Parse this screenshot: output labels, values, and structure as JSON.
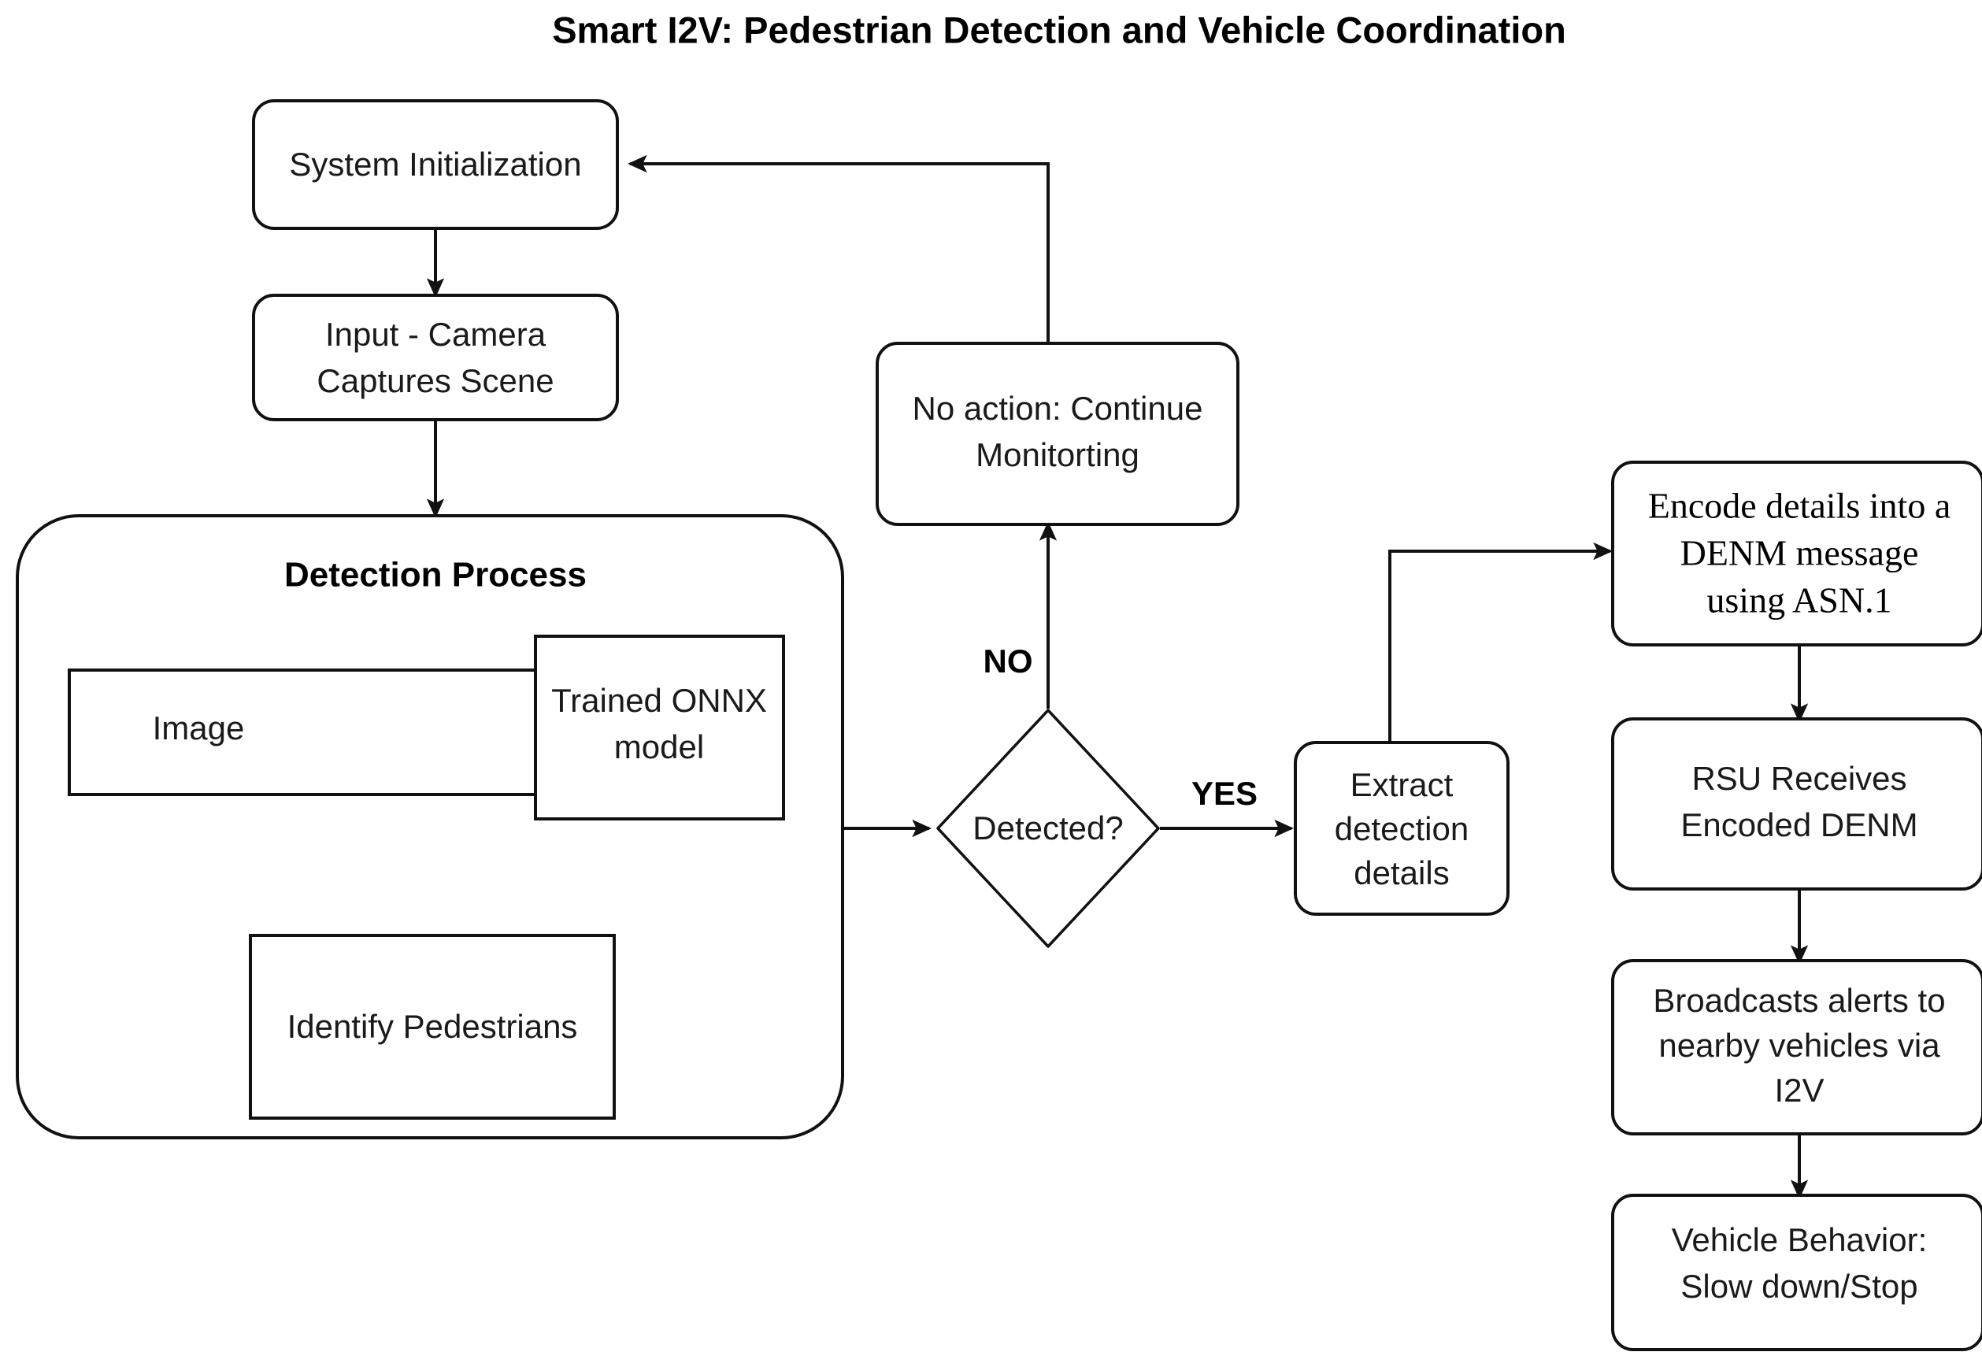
{
  "title": "Smart I2V: Pedestrian Detection and Vehicle Coordination",
  "diagram": {
    "type": "flowchart",
    "orientation": "left-to-right with vertical sub-flows",
    "nodes": [
      {
        "id": "system_init",
        "label": "System Initialization",
        "shape": "rounded-rect"
      },
      {
        "id": "input_camera_l1",
        "label": "Input - Camera",
        "shape": "rounded-rect"
      },
      {
        "id": "input_camera_l2",
        "label": "Captures Scene",
        "shape": "rounded-rect"
      },
      {
        "id": "detection_process",
        "label": "Detection Process",
        "shape": "subgraph-container"
      },
      {
        "id": "image",
        "label": "Image",
        "shape": "rect"
      },
      {
        "id": "onnx_l1",
        "label": "Trained ONNX",
        "shape": "rect"
      },
      {
        "id": "onnx_l2",
        "label": "model",
        "shape": "rect"
      },
      {
        "id": "identify_ped",
        "label": "Identify Pedestrians",
        "shape": "rect"
      },
      {
        "id": "detected",
        "label": "Detected?",
        "shape": "diamond"
      },
      {
        "id": "no_action_l1",
        "label": "No action: Continue",
        "shape": "rounded-rect"
      },
      {
        "id": "no_action_l2",
        "label": "Monitorting",
        "shape": "rounded-rect"
      },
      {
        "id": "extract_l1",
        "label": "Extract",
        "shape": "rounded-rect"
      },
      {
        "id": "extract_l2",
        "label": "detection",
        "shape": "rounded-rect"
      },
      {
        "id": "extract_l3",
        "label": "details",
        "shape": "rounded-rect"
      },
      {
        "id": "encode_l1",
        "label": "Encode details into a",
        "shape": "rounded-rect"
      },
      {
        "id": "encode_l2",
        "label": "DENM message",
        "shape": "rounded-rect"
      },
      {
        "id": "encode_l3",
        "label": "using ASN.1",
        "shape": "rounded-rect"
      },
      {
        "id": "rsu_l1",
        "label": "RSU Receives",
        "shape": "rounded-rect"
      },
      {
        "id": "rsu_l2",
        "label": "Encoded DENM",
        "shape": "rounded-rect"
      },
      {
        "id": "broadcast_l1",
        "label": "Broadcasts alerts to",
        "shape": "rounded-rect"
      },
      {
        "id": "broadcast_l2",
        "label": "nearby vehicles via",
        "shape": "rounded-rect"
      },
      {
        "id": "broadcast_l3",
        "label": "I2V",
        "shape": "rounded-rect"
      },
      {
        "id": "vehicle_l1",
        "label": "Vehicle Behavior:",
        "shape": "rounded-rect"
      },
      {
        "id": "vehicle_l2",
        "label": "Slow down/Stop",
        "shape": "rounded-rect"
      }
    ],
    "edge_labels": {
      "no": "NO",
      "yes": "YES"
    },
    "edges": [
      {
        "from": "system_init",
        "to": "input_camera",
        "label": ""
      },
      {
        "from": "input_camera",
        "to": "detection_process",
        "label": ""
      },
      {
        "from": "image",
        "to": "onnx",
        "label": ""
      },
      {
        "from": "onnx",
        "to": "identify_ped",
        "label": ""
      },
      {
        "from": "detection_process",
        "to": "detected",
        "label": ""
      },
      {
        "from": "detected",
        "to": "no_action",
        "label": "NO"
      },
      {
        "from": "detected",
        "to": "extract",
        "label": "YES"
      },
      {
        "from": "no_action",
        "to": "system_init",
        "label": ""
      },
      {
        "from": "extract",
        "to": "encode",
        "label": ""
      },
      {
        "from": "encode",
        "to": "rsu",
        "label": ""
      },
      {
        "from": "rsu",
        "to": "broadcast",
        "label": ""
      },
      {
        "from": "broadcast",
        "to": "vehicle",
        "label": ""
      }
    ]
  },
  "colors": {
    "stroke": "#111111",
    "fill": "#ffffff",
    "text": "#1a1a1a",
    "background": "#ffffff"
  }
}
